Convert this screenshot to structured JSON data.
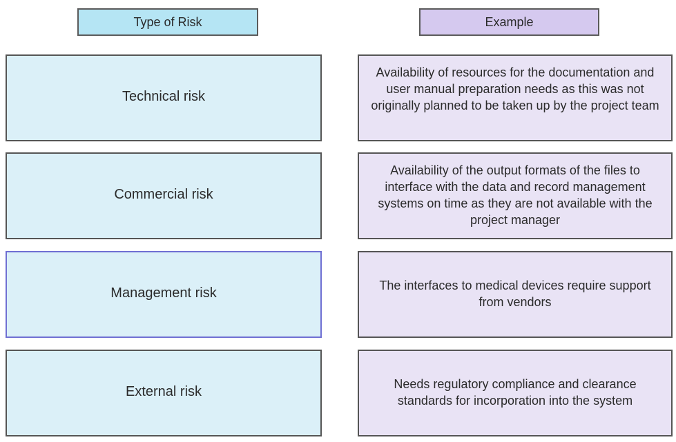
{
  "headers": {
    "type_label": "Type of Risk",
    "example_label": "Example"
  },
  "rows": [
    {
      "type": "Technical risk",
      "example": "Availability of resources for the documentation and user manual preparation needs as this was not originally planned to be taken up by the project team"
    },
    {
      "type": "Commercial risk",
      "example": "Availability of the output formats of the files to interface with the data and record management systems on time as they are not available with the project manager"
    },
    {
      "type": "Management risk",
      "example": "The interfaces to medical devices require support from vendors"
    },
    {
      "type": "External risk",
      "example": "Needs regulatory compliance and clearance standards for incorporation into the system"
    }
  ],
  "colors": {
    "type_header_bg": "#b5e5f4",
    "example_header_bg": "#d5c9ef",
    "type_box_bg": "#dbf0f8",
    "example_box_bg": "#e9e3f5",
    "highlight_border": "#6f6fd3"
  }
}
